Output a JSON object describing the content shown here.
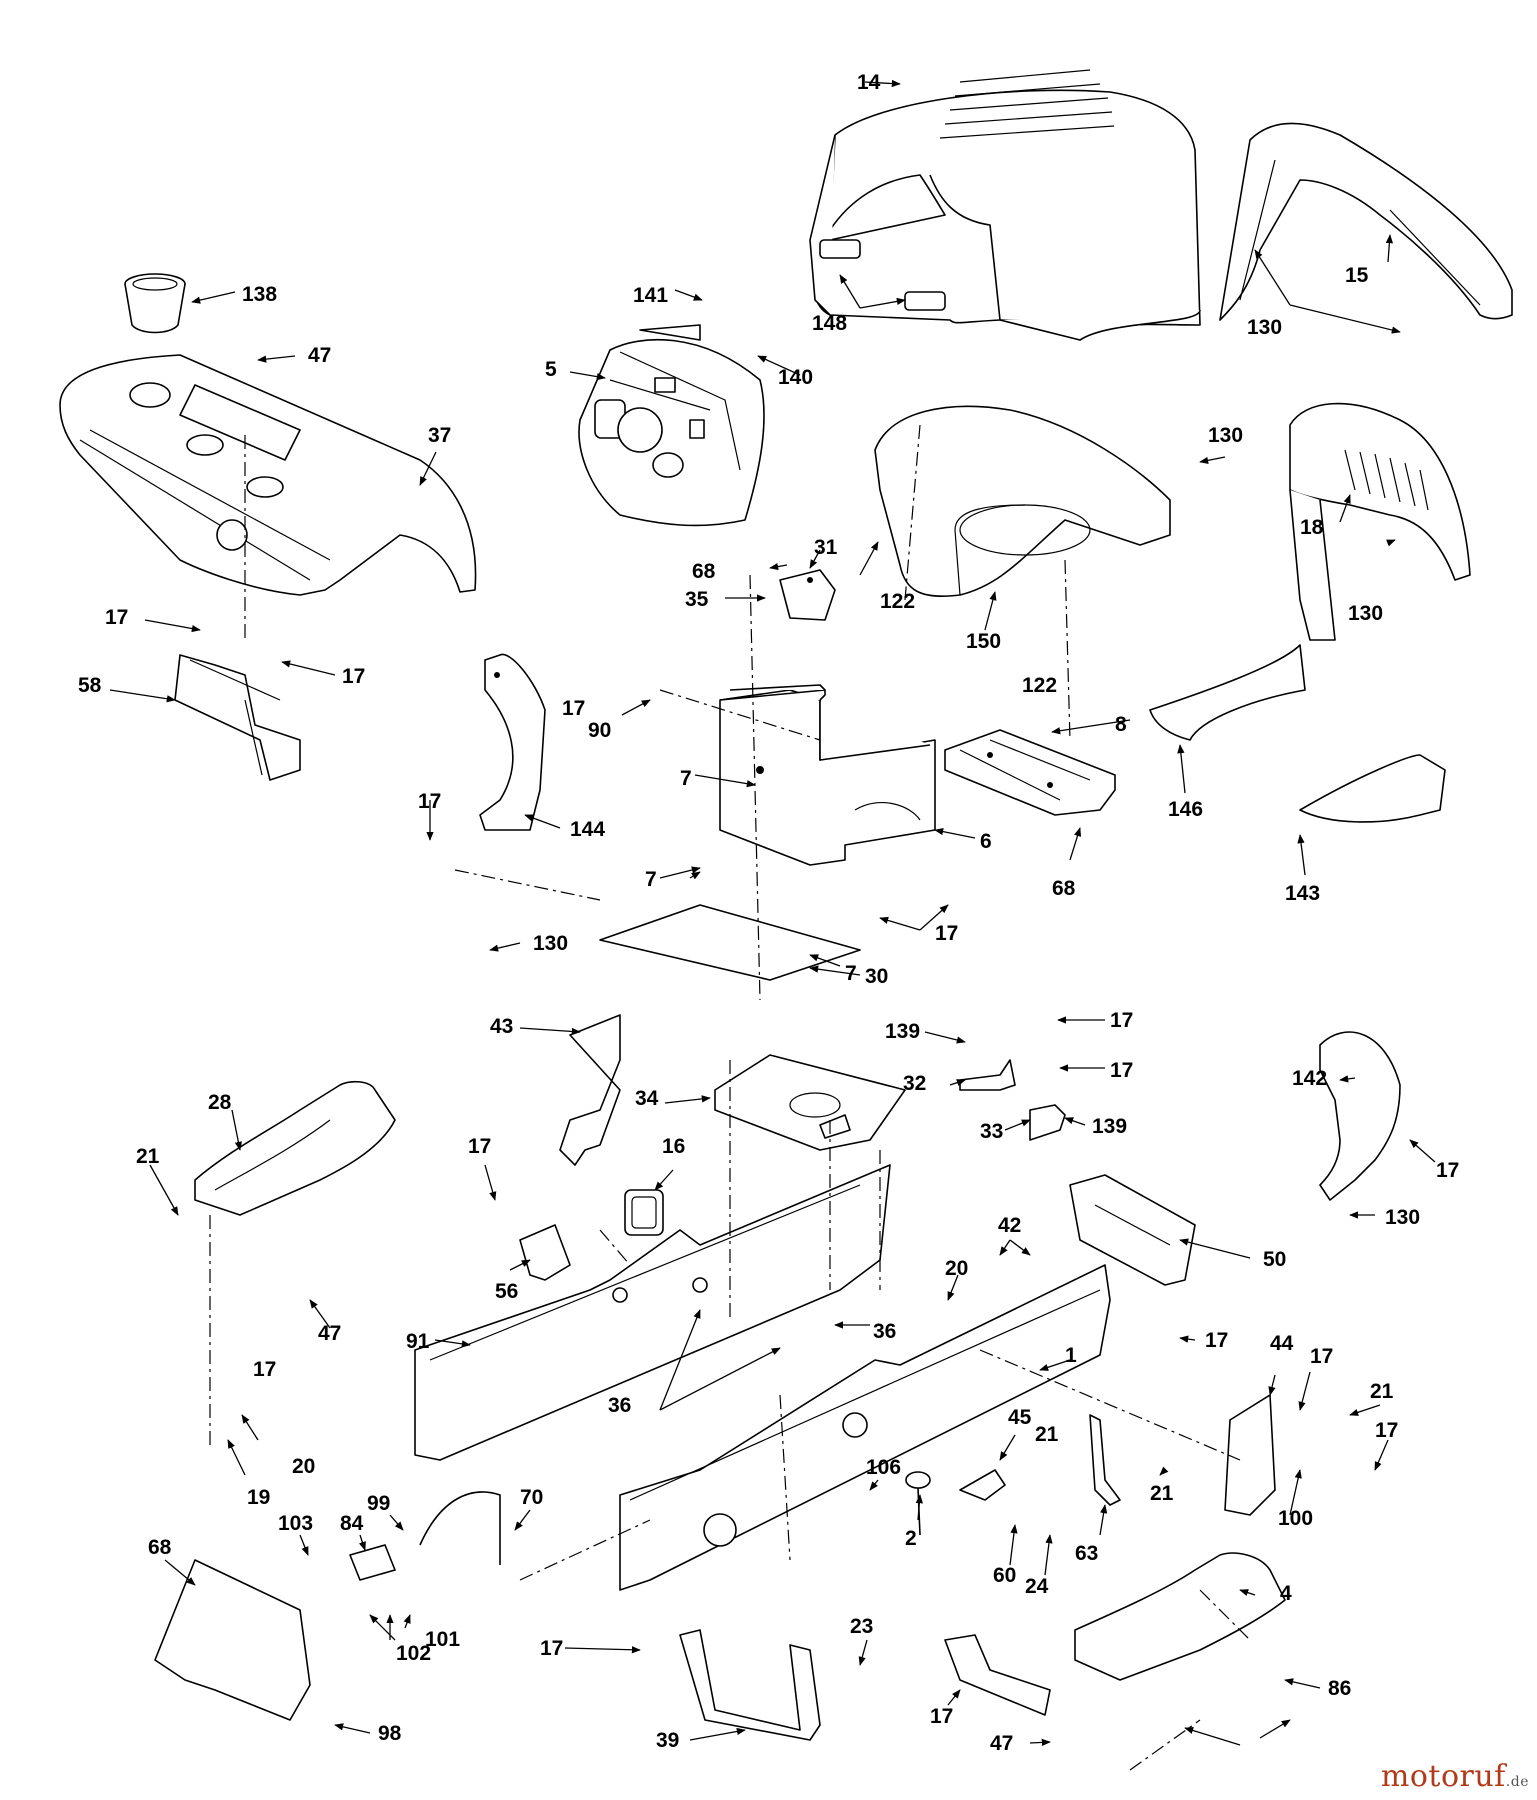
{
  "callouts": [
    {
      "id": "c14",
      "text": "14"
    },
    {
      "id": "c15",
      "text": "15"
    },
    {
      "id": "c130a",
      "text": "130"
    },
    {
      "id": "c148",
      "text": "148"
    },
    {
      "id": "c138",
      "text": "138"
    },
    {
      "id": "c47a",
      "text": "47"
    },
    {
      "id": "c37",
      "text": "37"
    },
    {
      "id": "c141",
      "text": "141"
    },
    {
      "id": "c5",
      "text": "5"
    },
    {
      "id": "c140",
      "text": "140"
    },
    {
      "id": "c130b",
      "text": "130"
    },
    {
      "id": "c18",
      "text": "18"
    },
    {
      "id": "c130c",
      "text": "130"
    },
    {
      "id": "c122a",
      "text": "122"
    },
    {
      "id": "c150",
      "text": "150"
    },
    {
      "id": "c122b",
      "text": "122"
    },
    {
      "id": "c68a",
      "text": "68"
    },
    {
      "id": "c35",
      "text": "35"
    },
    {
      "id": "c31",
      "text": "31"
    },
    {
      "id": "c17a",
      "text": "17"
    },
    {
      "id": "c17b",
      "text": "17"
    },
    {
      "id": "c58",
      "text": "58"
    },
    {
      "id": "c17c",
      "text": "17"
    },
    {
      "id": "c90",
      "text": "90"
    },
    {
      "id": "c8",
      "text": "8"
    },
    {
      "id": "c146",
      "text": "146"
    },
    {
      "id": "c7a",
      "text": "7"
    },
    {
      "id": "c6",
      "text": "6"
    },
    {
      "id": "c68b",
      "text": "68"
    },
    {
      "id": "c143",
      "text": "143"
    },
    {
      "id": "c17d",
      "text": "17"
    },
    {
      "id": "c144",
      "text": "144"
    },
    {
      "id": "c7b",
      "text": "7"
    },
    {
      "id": "c7c",
      "text": "7"
    },
    {
      "id": "c17e",
      "text": "17"
    },
    {
      "id": "c130d",
      "text": "130"
    },
    {
      "id": "c30",
      "text": "30"
    },
    {
      "id": "c43",
      "text": "43"
    },
    {
      "id": "c17f",
      "text": "17"
    },
    {
      "id": "c139a",
      "text": "139"
    },
    {
      "id": "c17g",
      "text": "17"
    },
    {
      "id": "c32",
      "text": "32"
    },
    {
      "id": "c28",
      "text": "28"
    },
    {
      "id": "c34",
      "text": "34"
    },
    {
      "id": "c33",
      "text": "33"
    },
    {
      "id": "c139b",
      "text": "139"
    },
    {
      "id": "c142",
      "text": "142"
    },
    {
      "id": "c21a",
      "text": "21"
    },
    {
      "id": "c17h",
      "text": "17"
    },
    {
      "id": "c16",
      "text": "16"
    },
    {
      "id": "c17i",
      "text": "17"
    },
    {
      "id": "c130e",
      "text": "130"
    },
    {
      "id": "c42",
      "text": "42"
    },
    {
      "id": "c50",
      "text": "50"
    },
    {
      "id": "c56",
      "text": "56"
    },
    {
      "id": "c20a",
      "text": "20"
    },
    {
      "id": "c47b",
      "text": "47"
    },
    {
      "id": "c91",
      "text": "91"
    },
    {
      "id": "c36a",
      "text": "36"
    },
    {
      "id": "c17j",
      "text": "17"
    },
    {
      "id": "c44",
      "text": "44"
    },
    {
      "id": "c17k",
      "text": "17"
    },
    {
      "id": "c17l",
      "text": "17"
    },
    {
      "id": "c1",
      "text": "1"
    },
    {
      "id": "c21b",
      "text": "21"
    },
    {
      "id": "c36b",
      "text": "36"
    },
    {
      "id": "c17m",
      "text": "17"
    },
    {
      "id": "c45",
      "text": "45"
    },
    {
      "id": "c20b",
      "text": "20"
    },
    {
      "id": "c19",
      "text": "19"
    },
    {
      "id": "c106",
      "text": "106"
    },
    {
      "id": "c21c",
      "text": "21"
    },
    {
      "id": "c21d",
      "text": "21"
    },
    {
      "id": "c100",
      "text": "100"
    },
    {
      "id": "c99",
      "text": "99"
    },
    {
      "id": "c70",
      "text": "70"
    },
    {
      "id": "c2",
      "text": "2"
    },
    {
      "id": "c68c",
      "text": "68"
    },
    {
      "id": "c103",
      "text": "103"
    },
    {
      "id": "c84",
      "text": "84"
    },
    {
      "id": "c63",
      "text": "63"
    },
    {
      "id": "c60",
      "text": "60"
    },
    {
      "id": "c24",
      "text": "24"
    },
    {
      "id": "c4",
      "text": "4"
    },
    {
      "id": "c102",
      "text": "102"
    },
    {
      "id": "c101",
      "text": "101"
    },
    {
      "id": "c17n",
      "text": "17"
    },
    {
      "id": "c23",
      "text": "23"
    },
    {
      "id": "c86",
      "text": "86"
    },
    {
      "id": "c98",
      "text": "98"
    },
    {
      "id": "c39",
      "text": "39"
    },
    {
      "id": "c17o",
      "text": "17"
    },
    {
      "id": "c47c",
      "text": "47"
    }
  ],
  "watermark": {
    "brand": "motoruf",
    "tld": ".de"
  }
}
